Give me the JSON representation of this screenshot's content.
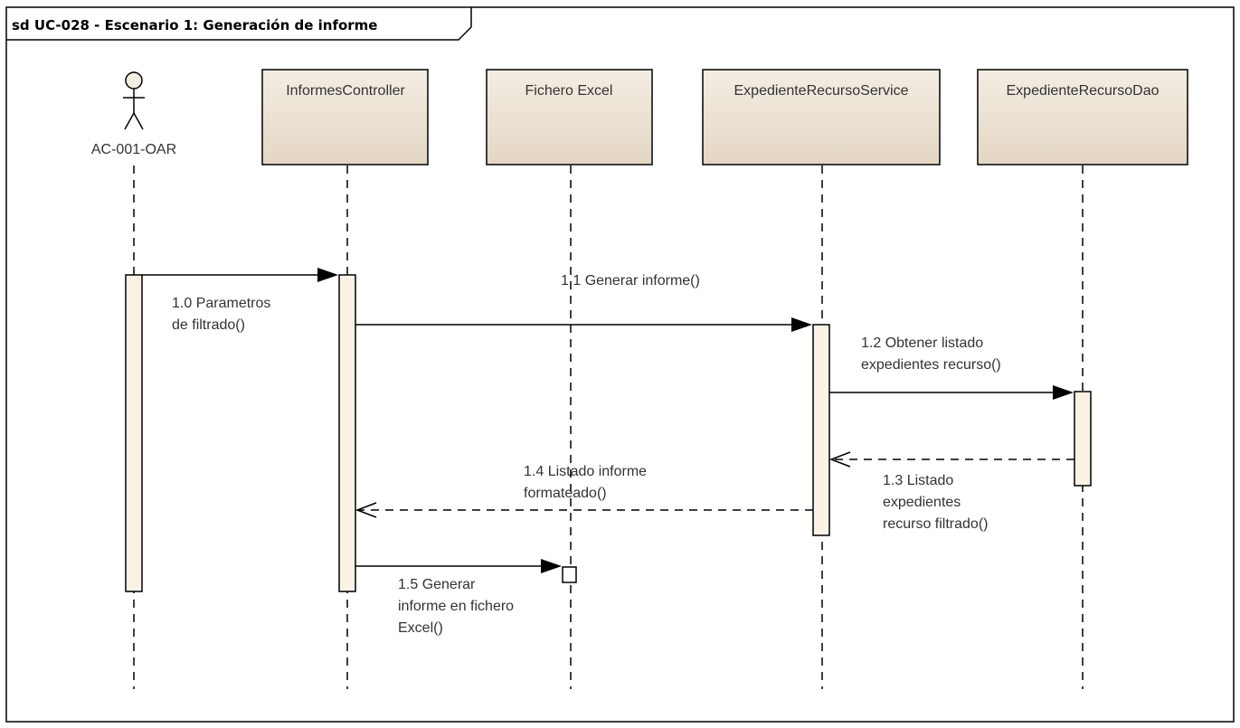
{
  "frame": {
    "title": "sd UC-028 - Escenario 1: Generación de informe"
  },
  "actor": {
    "name": "AC-001-OAR"
  },
  "lifelines": [
    {
      "name": "InformesController"
    },
    {
      "name": "Fichero Excel"
    },
    {
      "name": "ExpedienteRecursoService"
    },
    {
      "name": "ExpedienteRecursoDao"
    }
  ],
  "messages": [
    {
      "id": "m10",
      "lines": [
        "1.0 Parametros",
        "de filtrado()"
      ]
    },
    {
      "id": "m11",
      "lines": [
        "1.1 Generar informe()"
      ]
    },
    {
      "id": "m12",
      "lines": [
        "1.2 Obtener listado",
        "expedientes recurso()"
      ]
    },
    {
      "id": "m13",
      "lines": [
        "1.3 Listado",
        "expedientes",
        "recurso filtrado()"
      ]
    },
    {
      "id": "m14",
      "lines": [
        "1.4 Listado informe",
        "formateado()"
      ]
    },
    {
      "id": "m15",
      "lines": [
        "1.5 Generar",
        "informe en fichero",
        "Excel()"
      ]
    }
  ],
  "colors": {
    "lifeline_fill": "#eee4d6",
    "activation_fill": "#fbf2e6",
    "stroke": "#000000"
  }
}
